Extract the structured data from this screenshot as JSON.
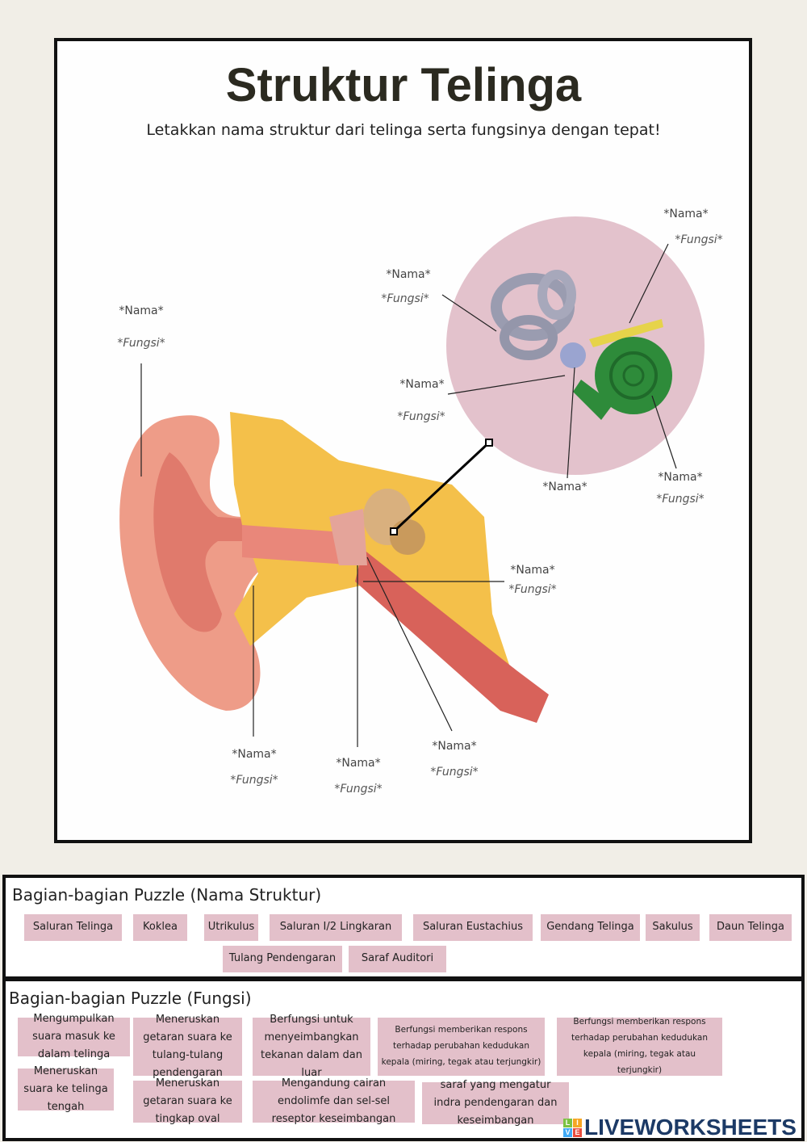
{
  "title": "Struktur Telinga",
  "subtitle": "Letakkan nama struktur dari telinga serta fungsinya dengan tepat!",
  "placeholder_name": "*Nama*",
  "placeholder_function": "*Fungsi*",
  "names_panel": {
    "title": "Bagian-bagian Puzzle (Nama Struktur)",
    "tiles": [
      "Saluran Telinga",
      "Koklea",
      "Utrikulus",
      "Saluran I/2 Lingkaran",
      "Saluran Eustachius",
      "Gendang Telinga",
      "Sakulus",
      "Daun Telinga",
      "Tulang Pendengaran",
      "Saraf Auditori"
    ]
  },
  "functions_panel": {
    "title": "Bagian-bagian Puzzle (Fungsi)",
    "tiles": [
      "Mengumpulkan suara masuk ke dalam telinga",
      "Meneruskan getaran suara ke tulang-tulang pendengaran",
      "Berfungsi untuk menyeimbangkan tekanan dalam dan luar",
      "Berfungsi memberikan respons terhadap perubahan kedudukan kepala (miring, tegak atau terjungkir)",
      "Berfungsi memberikan respons terhadap perubahan kedudukan kepala (miring, tegak atau terjungkir)",
      "Meneruskan suara ke telinga tengah",
      "Meneruskan getaran suara ke tingkap oval",
      "Mengandung cairan endolimfe dan sel-sel reseptor keseimbangan",
      "saraf yang mengatur indra pendengaran dan keseimbangan"
    ]
  },
  "watermark": "LIVEWORKSHEETS",
  "colors": {
    "tile": "#e3c0ca",
    "circle": "#e3c2cc",
    "cochlea": "#2e8b3a"
  }
}
